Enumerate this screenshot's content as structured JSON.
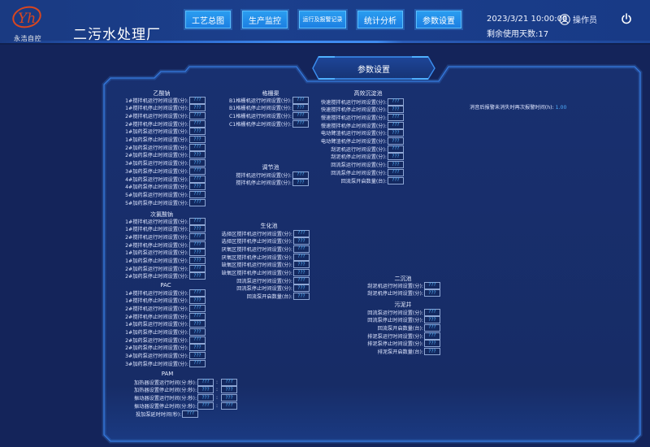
{
  "header": {
    "logo_text": "永浩自控",
    "title": "二污水处理厂",
    "nav": [
      {
        "label": "工艺总图"
      },
      {
        "label": "生产监控"
      },
      {
        "label": "运行及报警记录"
      },
      {
        "label": "统计分析"
      },
      {
        "label": "参数设置"
      }
    ],
    "datetime": "2023/3/21  10:00:08",
    "remaining_days": "剩余使用天数:17",
    "user": "操作员",
    "icons": {
      "user": "user-circle-icon",
      "power": "power-icon"
    }
  },
  "panel": {
    "title": "参数设置",
    "alarm": {
      "label": "消音后报警未消失时再次报警时间(h):",
      "value": "1.00"
    },
    "groups": {
      "yisuanxiao": {
        "title": "乙酸钠",
        "rows": [
          {
            "label": "1#搅拌机运行时间设置(分):",
            "value": "???"
          },
          {
            "label": "1#搅拌机停止时间设置(分):",
            "value": "???"
          },
          {
            "label": "2#搅拌机运行时间设置(分):",
            "value": "???"
          },
          {
            "label": "2#搅拌机停止时间设置(分):",
            "value": "???"
          },
          {
            "label": "1#加药泵运行时间设置(分):",
            "value": "???"
          },
          {
            "label": "1#加药泵停止时间设置(分):",
            "value": "???"
          },
          {
            "label": "2#加药泵运行时间设置(分):",
            "value": "???"
          },
          {
            "label": "2#加药泵停止时间设置(分):",
            "value": "???"
          },
          {
            "label": "3#加药泵运行时间设置(分):",
            "value": "???"
          },
          {
            "label": "3#加药泵停止时间设置(分):",
            "value": "???"
          },
          {
            "label": "4#加药泵运行时间设置(分):",
            "value": "???"
          },
          {
            "label": "4#加药泵停止时间设置(分):",
            "value": "???"
          },
          {
            "label": "5#加药泵运行时间设置(分):",
            "value": "???"
          },
          {
            "label": "5#加药泵停止时间设置(分):",
            "value": "???"
          }
        ]
      },
      "cilvsuanna": {
        "title": "次氯酸钠",
        "rows": [
          {
            "label": "1#搅拌机运行时间设置(分):",
            "value": "???"
          },
          {
            "label": "1#搅拌机停止时间设置(分):",
            "value": "???"
          },
          {
            "label": "2#搅拌机运行时间设置(分):",
            "value": "???"
          },
          {
            "label": "2#搅拌机停止时间设置(分):",
            "value": "???"
          },
          {
            "label": "1#加药泵运行时间设置(分):",
            "value": "???"
          },
          {
            "label": "1#加药泵停止时间设置(分):",
            "value": "???"
          },
          {
            "label": "2#加药泵运行时间设置(分):",
            "value": "???"
          },
          {
            "label": "2#加药泵停止时间设置(分):",
            "value": "???"
          }
        ]
      },
      "pac": {
        "title": "PAC",
        "rows": [
          {
            "label": "1#搅拌机运行时间设置(分):",
            "value": "???"
          },
          {
            "label": "1#搅拌机停止时间设置(分):",
            "value": "???"
          },
          {
            "label": "2#搅拌机运行时间设置(分):",
            "value": "???"
          },
          {
            "label": "2#搅拌机停止时间设置(分):",
            "value": "???"
          },
          {
            "label": "1#加药泵运行时间设置(分):",
            "value": "???"
          },
          {
            "label": "1#加药泵停止时间设置(分):",
            "value": "???"
          },
          {
            "label": "2#加药泵运行时间设置(分):",
            "value": "???"
          },
          {
            "label": "2#加药泵停止时间设置(分):",
            "value": "???"
          },
          {
            "label": "3#加药泵运行时间设置(分):",
            "value": "???"
          },
          {
            "label": "3#加药泵停止时间设置(分):",
            "value": "???"
          }
        ]
      },
      "pam": {
        "title": "PAM",
        "rows": [
          {
            "label": "加热器设置运行时间(分:秒):",
            "min": "???",
            "sec": "???"
          },
          {
            "label": "加热器设置停止时间(分:秒):",
            "min": "???",
            "sec": "???"
          },
          {
            "label": "振动器设置运行时间(分:秒):",
            "min": "???",
            "sec": "???"
          },
          {
            "label": "振动器设置停止时间(分:秒):",
            "min": "???",
            "sec": "???"
          }
        ],
        "delay": {
          "label": "投加泵延时时间(秒):",
          "value": "???"
        },
        "separator": ":"
      },
      "geshanqu": {
        "title": "格栅渠",
        "rows": [
          {
            "label": "B1格栅机运行时间设置(分):",
            "value": "???"
          },
          {
            "label": "B1格栅机停止时间设置(分):",
            "value": "???"
          },
          {
            "label": "C1格栅机运行时间设置(分):",
            "value": "???"
          },
          {
            "label": "C1格栅机停止时间设置(分):",
            "value": "???"
          }
        ]
      },
      "tiaojiechi": {
        "title": "调节池",
        "rows": [
          {
            "label": "搅拌机运行时间设置(分):",
            "value": "???"
          },
          {
            "label": "搅拌机停止时间设置(分):",
            "value": "???"
          }
        ]
      },
      "shenghuachi": {
        "title": "生化池",
        "rows": [
          {
            "label": "选择区搅拌机运行时间设置(分):",
            "value": "???"
          },
          {
            "label": "选择区搅拌机停止时间设置(分):",
            "value": "???"
          },
          {
            "label": "厌氧区搅拌机运行时间设置(分):",
            "value": "???"
          },
          {
            "label": "厌氧区搅拌机停止时间设置(分):",
            "value": "???"
          },
          {
            "label": "缺氧区搅拌机运行时间设置(分):",
            "value": "???"
          },
          {
            "label": "缺氧区搅拌机停止时间设置(分):",
            "value": "???"
          },
          {
            "label": "回流泵运行时间设置(分):",
            "value": "???"
          },
          {
            "label": "回流泵停止时间设置(分):",
            "value": "???"
          },
          {
            "label": "回流泵开启数量(台):",
            "value": "???"
          }
        ]
      },
      "gaoxiaochendianchi": {
        "title": "高效沉淀池",
        "rows": [
          {
            "label": "快速搅拌机运行时间设置(分):",
            "value": "???"
          },
          {
            "label": "快速搅拌机停止时间设置(分):",
            "value": "???"
          },
          {
            "label": "慢速搅拌机运行时间设置(分):",
            "value": "???"
          },
          {
            "label": "慢速搅拌机停止时间设置(分):",
            "value": "???"
          },
          {
            "label": "电动臂渣机运行时间设置(分):",
            "value": "???"
          },
          {
            "label": "电动臂渣机停止时间设置(分):",
            "value": "???"
          },
          {
            "label": "刮泥机运行时间设置(分):",
            "value": "???"
          },
          {
            "label": "刮泥机停止时间设置(分):",
            "value": "???"
          },
          {
            "label": "回流泵运行时间设置(分):",
            "value": "???"
          },
          {
            "label": "回流泵停止时间设置(分):",
            "value": "???"
          },
          {
            "label": "回流泵开启数量(台):",
            "value": "???"
          }
        ]
      },
      "erchenchi": {
        "title": "二沉池",
        "rows": [
          {
            "label": "刮泥机运行时间设置(分):",
            "value": "???"
          },
          {
            "label": "刮泥机停止时间设置(分):",
            "value": "???"
          }
        ]
      },
      "wunijing": {
        "title": "污泥井",
        "rows": [
          {
            "label": "回流泵运行时间设置(分):",
            "value": "???"
          },
          {
            "label": "回流泵停止时间设置(分):",
            "value": "???"
          },
          {
            "label": "回流泵开启数量(台):",
            "value": "???"
          },
          {
            "label": "排泥泵运行时间设置(分):",
            "value": "???"
          },
          {
            "label": "排泥泵停止时间设置(分):",
            "value": "???"
          },
          {
            "label": "排泥泵开启数量(台):",
            "value": "???"
          }
        ]
      }
    }
  }
}
